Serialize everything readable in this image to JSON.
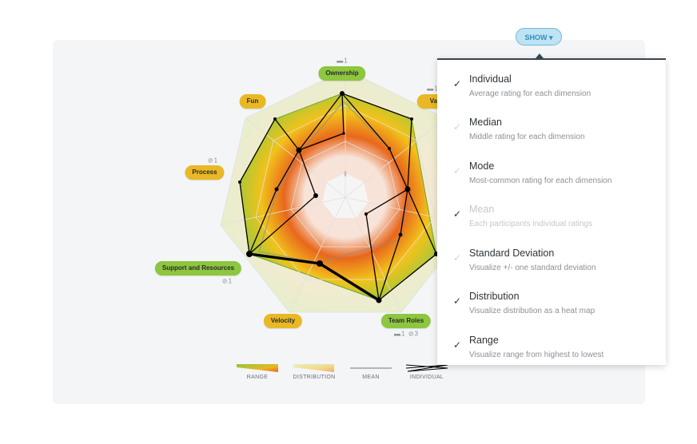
{
  "toolbar": {
    "show_label": "SHOW ▾"
  },
  "dimensions": [
    {
      "label": "Ownership",
      "color": "green",
      "comments": "1",
      "checks": ""
    },
    {
      "label": "Val",
      "color": "yellow",
      "comments": "1",
      "checks": ""
    },
    {
      "label": "Team Roles",
      "color": "green",
      "comments": "1",
      "checks": "3"
    },
    {
      "label": "Velocity",
      "color": "yellow",
      "comments": "",
      "checks": ""
    },
    {
      "label": "Support and Resources",
      "color": "green",
      "comments": "",
      "checks": "1"
    },
    {
      "label": "Process",
      "color": "yellow",
      "comments": "",
      "checks": "1"
    },
    {
      "label": "Fun",
      "color": "yellow",
      "comments": "",
      "checks": ""
    }
  ],
  "legend": {
    "range": "RANGE",
    "distribution": "DISTRIBUTION",
    "mean": "MEAN",
    "individual": "INDIVIDUAL"
  },
  "show_menu": {
    "items": [
      {
        "title": "Individual",
        "desc": "Average rating for each dimension",
        "checked": true,
        "disabled": false
      },
      {
        "title": "Median",
        "desc": "Middle rating for each dimension",
        "checked": false,
        "disabled": false
      },
      {
        "title": "Mode",
        "desc": "Most-common rating for each dimension",
        "checked": false,
        "disabled": false
      },
      {
        "title": "Mean",
        "desc": "Each participants individual ratings",
        "checked": true,
        "disabled": true
      },
      {
        "title": "Standard Deviation",
        "desc": "Visualize +/- one standard deviation",
        "checked": false,
        "disabled": false
      },
      {
        "title": "Distribution",
        "desc": "Visualize distribution as a heat map",
        "checked": true,
        "disabled": false
      },
      {
        "title": "Range",
        "desc": "Visualize range from highest to lowest",
        "checked": true,
        "disabled": false
      }
    ]
  },
  "colors": {
    "range_outer": "#7cbd3c",
    "distribution_hot": "#e8671c",
    "distribution_warm": "#f2c21b",
    "individual_line": "#000000",
    "label_green": "#8dc63f",
    "label_yellow": "#e9b824",
    "accent": "#2f8fc0"
  }
}
